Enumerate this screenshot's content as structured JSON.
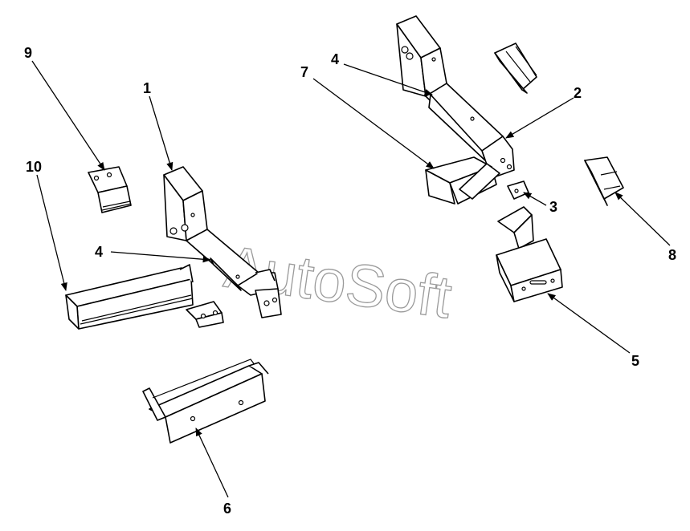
{
  "watermark": {
    "text": "AutoSoft",
    "color": "#9a9a9a"
  },
  "callouts": [
    {
      "id": "c9",
      "label": "9"
    },
    {
      "id": "c1",
      "label": "1"
    },
    {
      "id": "c10",
      "label": "10"
    },
    {
      "id": "c4a",
      "label": "4"
    },
    {
      "id": "c4b",
      "label": "4"
    },
    {
      "id": "c7",
      "label": "7"
    },
    {
      "id": "c2",
      "label": "2"
    },
    {
      "id": "c3",
      "label": "3"
    },
    {
      "id": "c8",
      "label": "8"
    },
    {
      "id": "c5",
      "label": "5"
    },
    {
      "id": "c6",
      "label": "6"
    }
  ]
}
